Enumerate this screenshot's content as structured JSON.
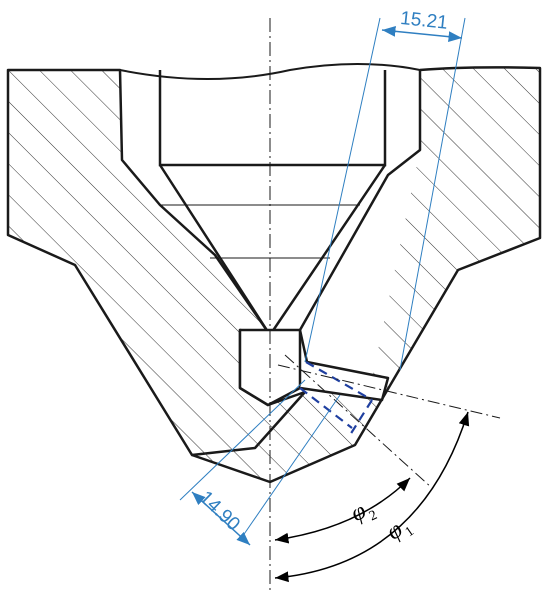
{
  "dimensions": {
    "top_offset": "15.21",
    "bottom_offset": "14.90"
  },
  "angles": {
    "phi2": {
      "symbol": "φ",
      "subscript": "2"
    },
    "phi1": {
      "symbol": "φ",
      "subscript": "1"
    }
  },
  "colors": {
    "outline": "#1a1a1a",
    "hatch": "#333333",
    "dimension": "#2f7fc1",
    "hidden_hole": "#1f3fa0"
  }
}
